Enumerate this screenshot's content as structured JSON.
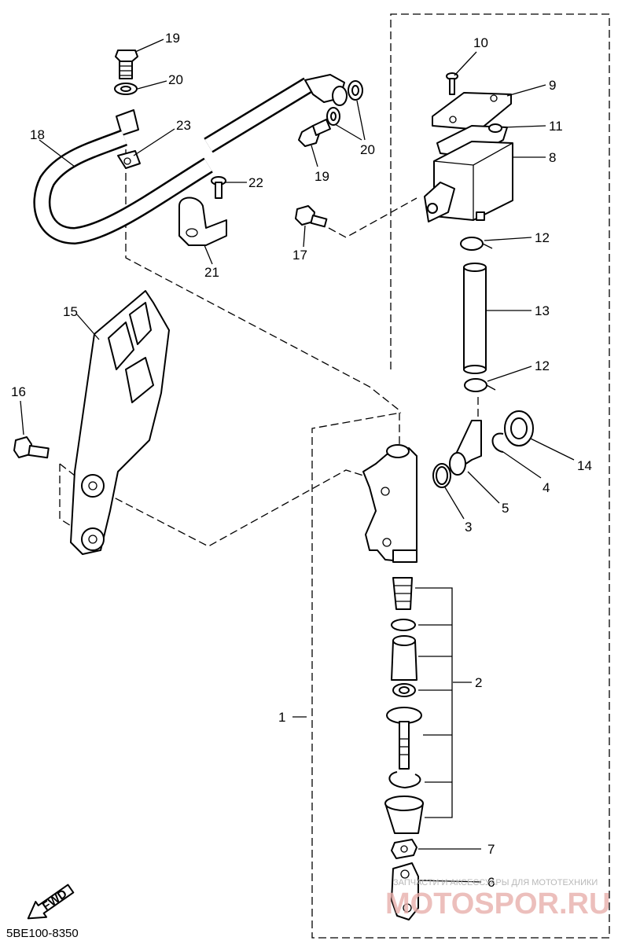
{
  "diagram_code": "5BE100-8350",
  "fwd_label": "FWD",
  "watermark": {
    "tagline": "ЗАПЧАСТИ И АКСЕССУАРЫ ДЛЯ МОТОТЕХНИКИ",
    "brand": "MOTOSPOR.RU"
  },
  "callouts": {
    "c1": "1",
    "c2": "2",
    "c3": "3",
    "c4": "4",
    "c5": "5",
    "c6": "6",
    "c7": "7",
    "c8": "8",
    "c9": "9",
    "c10": "10",
    "c11": "11",
    "c12a": "12",
    "c12b": "12",
    "c13": "13",
    "c14": "14",
    "c15": "15",
    "c16": "16",
    "c17": "17",
    "c18": "18",
    "c19a": "19",
    "c19b": "19",
    "c20a": "20",
    "c20b": "20",
    "c21": "21",
    "c22": "22",
    "c23": "23"
  }
}
